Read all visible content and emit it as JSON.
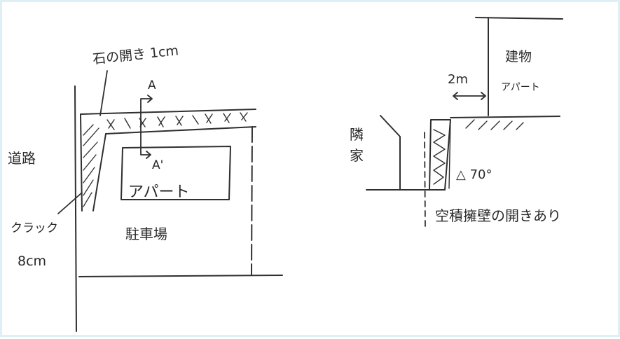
{
  "left_sketch": {
    "label_stone_gap": "石の開き 1cm",
    "label_road": "道路",
    "label_crack": "クラック",
    "label_crack_size": "8cm",
    "label_section_a": "A",
    "label_section_a_prime": "A'",
    "label_apartment": "アパート",
    "label_parking": "駐車場"
  },
  "right_sketch": {
    "label_building": "建物",
    "label_building_sub": "アパート",
    "label_distance": "2m",
    "label_neighbor": "隣家",
    "label_angle": "△ 70°",
    "label_wall_gap": "空積擁壁の開きあり"
  },
  "colors": {
    "ink": "#2f2f2f",
    "frame": "#dfeff6",
    "paper": "#ffffff"
  }
}
